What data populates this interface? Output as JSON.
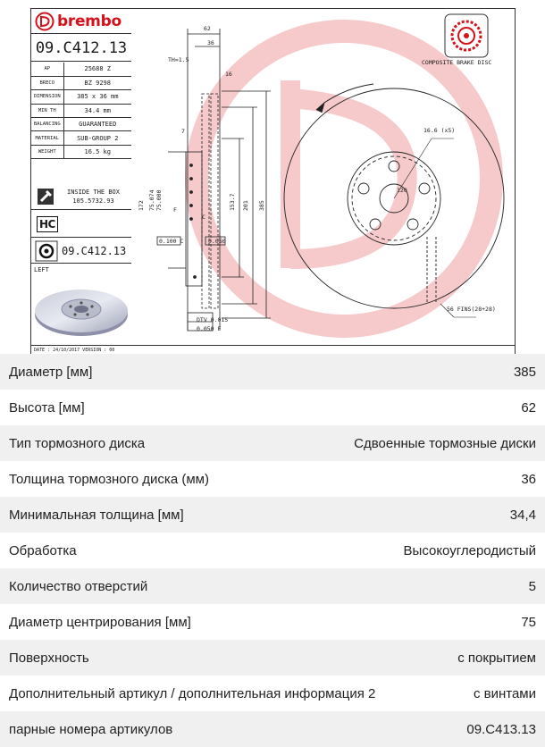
{
  "brand": {
    "name": "brembo"
  },
  "drawing": {
    "part_number": "09.C412.13",
    "specs": [
      {
        "key": "AP",
        "value": "25688 Z"
      },
      {
        "key": "BRECO",
        "value": "BZ 9298"
      },
      {
        "key": "DIMENSION",
        "value": "385 x 36 mm"
      },
      {
        "key": "MIN TH",
        "value": "34.4 mm"
      },
      {
        "key": "BALANCING",
        "value": "GUARANTEED"
      },
      {
        "key": "MATERIAL",
        "value": "SUB-GROUP 2"
      },
      {
        "key": "WEIGHT",
        "value": "16.5 kg"
      }
    ],
    "inside_box_title": "INSIDE THE BOX",
    "inside_box_code": "105.5732.93",
    "hc_badge": "HC",
    "bolt_part": "09.C412.13",
    "side": "LEFT",
    "disc_type": "COMPOSITE BRAKE DISC",
    "date_line": "DATE : 24/10/2017 VERSION : 00",
    "dims": {
      "d62": "62",
      "d36": "36",
      "th": "TH=1.5",
      "d16": "16",
      "d7": "7",
      "d172": "172",
      "d75074": "75.074",
      "d75000": "75.000",
      "d153": "153.7",
      "d201": "201",
      "d385": "385",
      "f": "F",
      "c": "C",
      "tol1": "0.100 C",
      "tol2": "0.050",
      "dtv": "DTV 0.015",
      "flat": "0.050 F",
      "holes": "16.6 (x5)",
      "pcd": "120",
      "fins": "56 FINS(28+28)"
    }
  },
  "specs": [
    {
      "label": "Диаметр [мм]",
      "value": "385"
    },
    {
      "label": "Высота [мм]",
      "value": "62"
    },
    {
      "label": "Тип тормозного диска",
      "value": "Сдвоенные тормозные диски"
    },
    {
      "label": "Толщина тормозного диска (мм)",
      "value": "36"
    },
    {
      "label": "Минимальная толщина [мм]",
      "value": "34,4"
    },
    {
      "label": "Обработка",
      "value": "Высокоуглеродистый"
    },
    {
      "label": "Количество отверстий",
      "value": "5"
    },
    {
      "label": "Диаметр центрирования [мм]",
      "value": "75"
    },
    {
      "label": "Поверхность",
      "value": "с покрытием"
    },
    {
      "label": "Дополнительный артикул / дополнительная информация 2",
      "value": "с винтами"
    },
    {
      "label": "парные номера артикулов",
      "value": "09.C413.13"
    }
  ]
}
